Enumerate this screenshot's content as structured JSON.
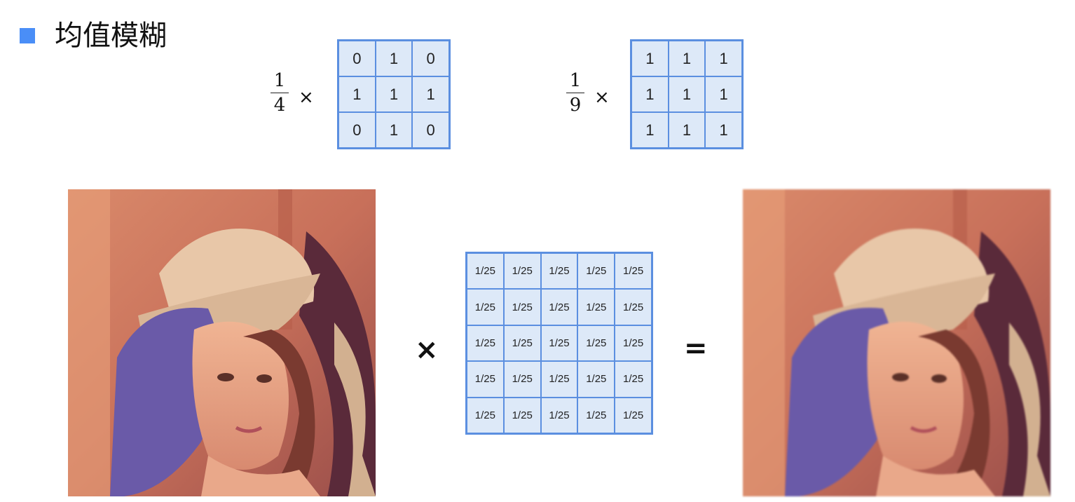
{
  "title": {
    "text": "均值模糊",
    "bullet_color": "#4a8ef7"
  },
  "kernel_3x3_cross": {
    "numerator": "1",
    "denominator": "4",
    "operator": "×",
    "cells": [
      [
        "0",
        "1",
        "0"
      ],
      [
        "1",
        "1",
        "1"
      ],
      [
        "0",
        "1",
        "0"
      ]
    ]
  },
  "kernel_3x3_box": {
    "numerator": "1",
    "denominator": "9",
    "operator": "×",
    "cells": [
      [
        "1",
        "1",
        "1"
      ],
      [
        "1",
        "1",
        "1"
      ],
      [
        "1",
        "1",
        "1"
      ]
    ]
  },
  "convolution": {
    "multiply_operator": "×",
    "equals_operator": "=",
    "kernel_5x5": [
      [
        "1/25",
        "1/25",
        "1/25",
        "1/25",
        "1/25"
      ],
      [
        "1/25",
        "1/25",
        "1/25",
        "1/25",
        "1/25"
      ],
      [
        "1/25",
        "1/25",
        "1/25",
        "1/25",
        "1/25"
      ],
      [
        "1/25",
        "1/25",
        "1/25",
        "1/25",
        "1/25"
      ],
      [
        "1/25",
        "1/25",
        "1/25",
        "1/25",
        "1/25"
      ]
    ]
  },
  "colors": {
    "grid_fill": "#dde9f8",
    "grid_border": "#5b8fe0"
  }
}
